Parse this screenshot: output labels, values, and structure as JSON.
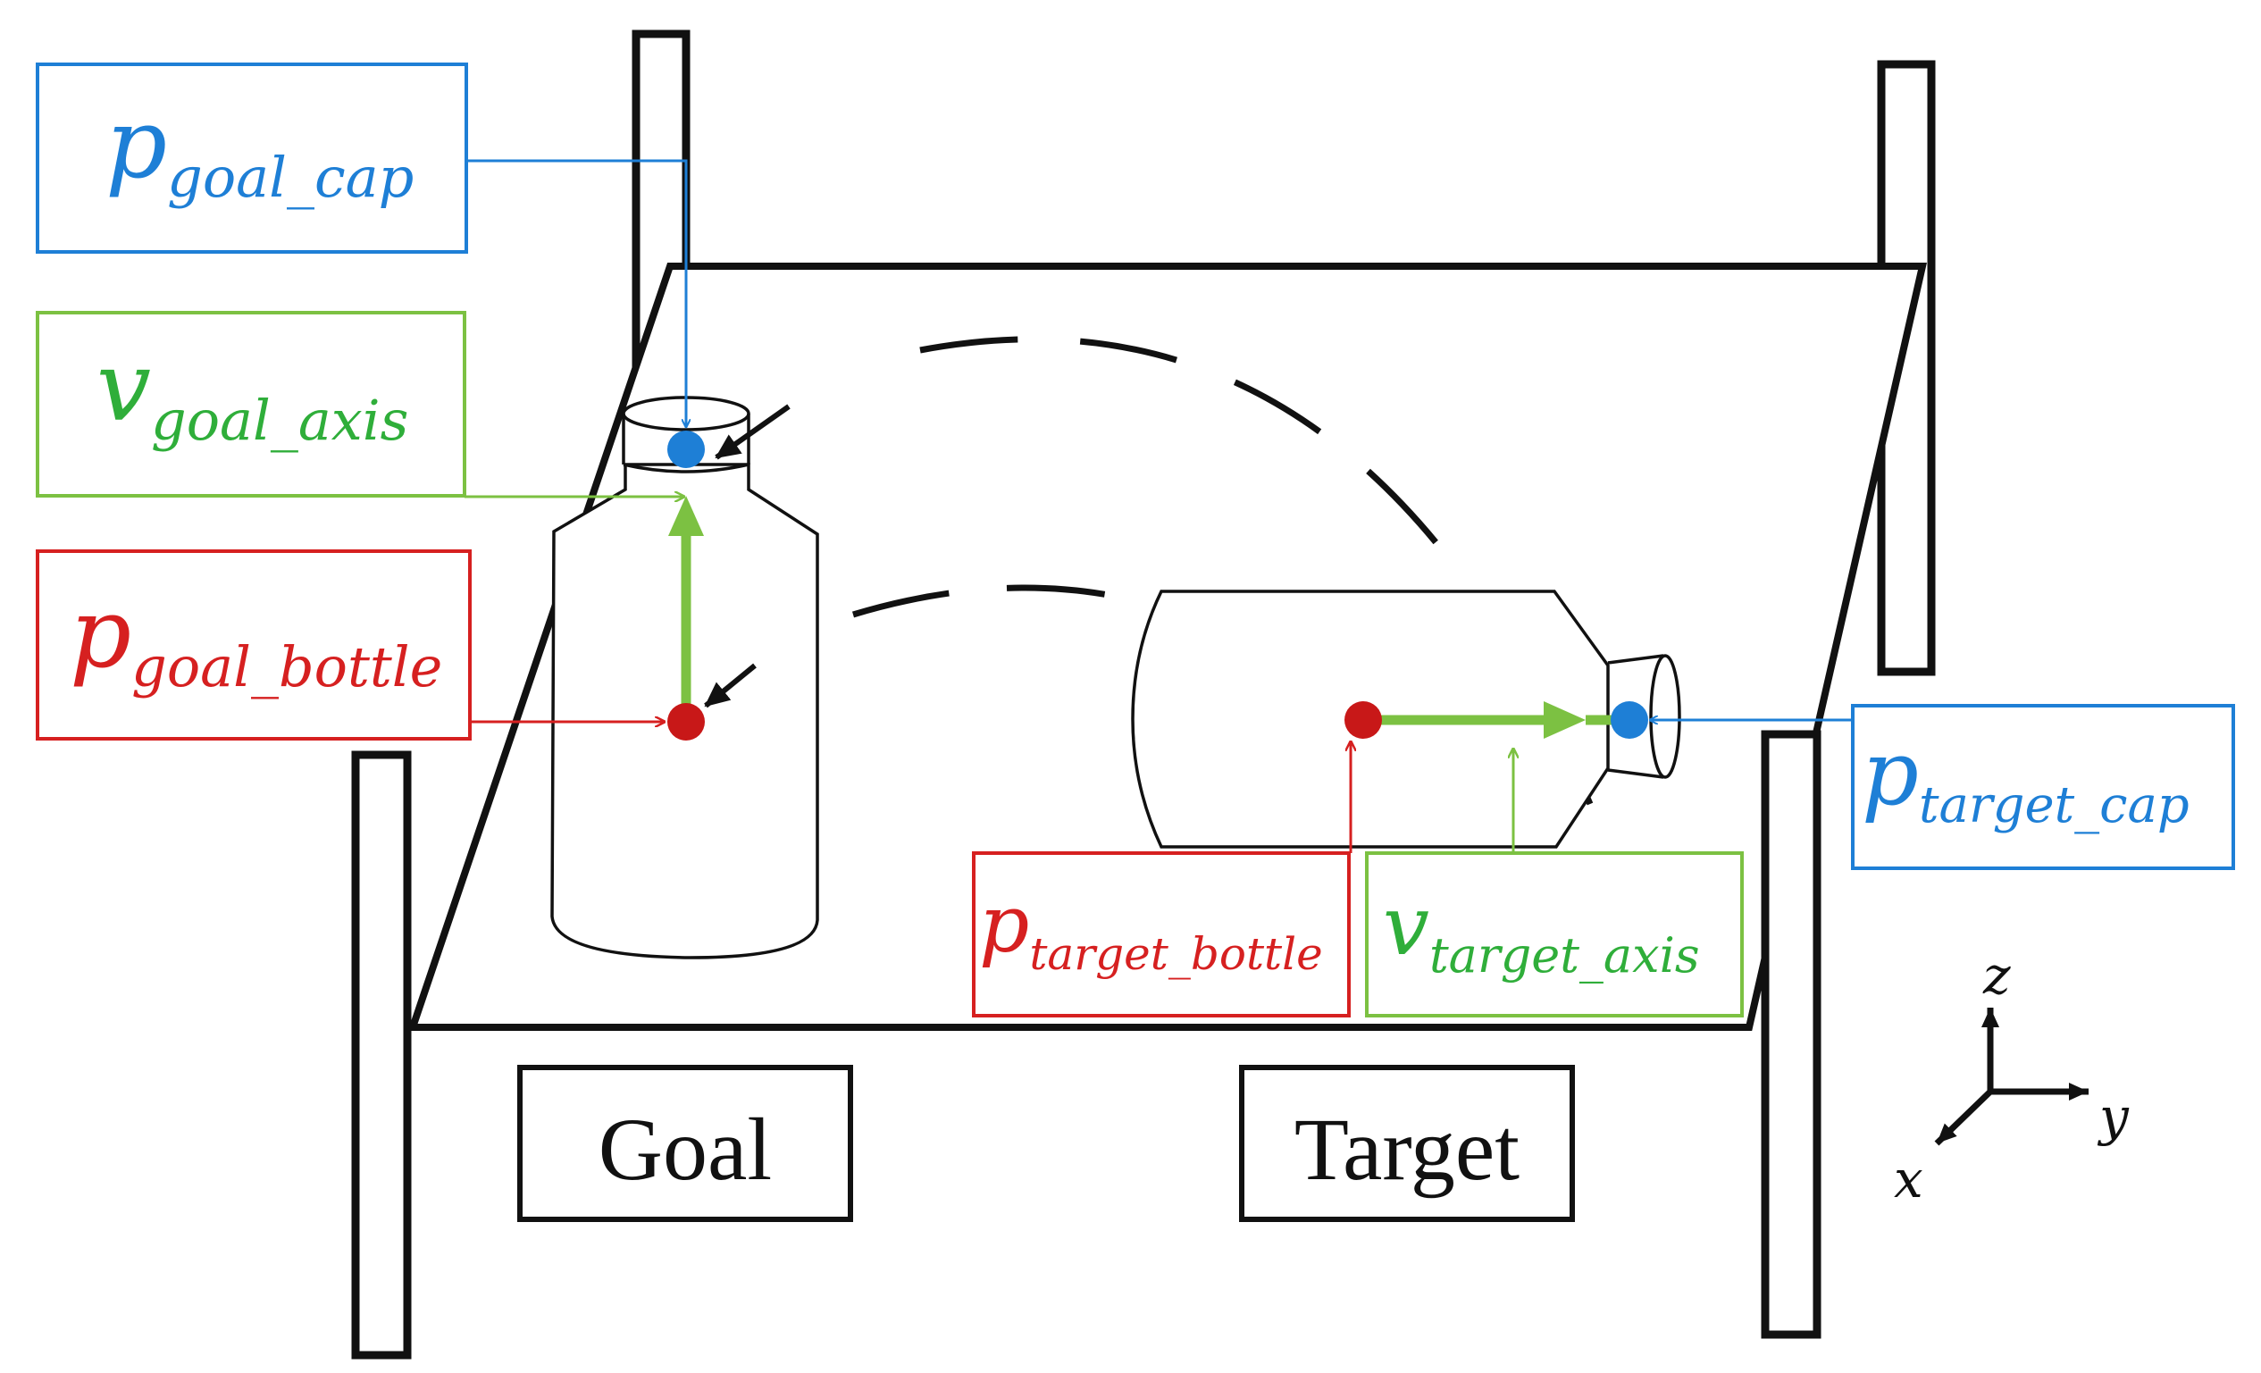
{
  "colors": {
    "blue": "#1e7fd6",
    "green": "#7cc142",
    "red": "#d62020",
    "black": "#111111"
  },
  "labels": {
    "goal_cap": {
      "symbol": "p",
      "subscript": "goal_cap"
    },
    "goal_axis": {
      "symbol": "v",
      "subscript": "goal_axis"
    },
    "goal_bottle": {
      "symbol": "p",
      "subscript": "goal_bottle"
    },
    "target_cap": {
      "symbol": "p",
      "subscript": "target_cap"
    },
    "target_bottle": {
      "symbol": "p",
      "subscript": "target_bottle"
    },
    "target_axis": {
      "symbol": "v",
      "subscript": "target_axis"
    },
    "goal_box": "Goal",
    "target_box": "Target"
  },
  "axes": {
    "z": "z",
    "y": "y",
    "x": "x"
  }
}
